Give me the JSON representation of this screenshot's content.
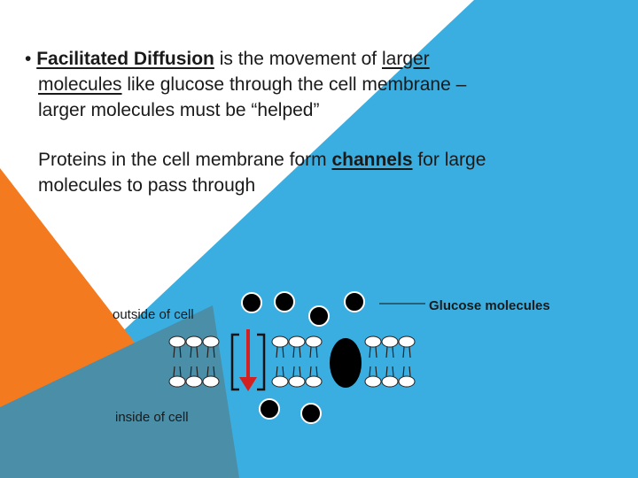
{
  "slide": {
    "bullet_marker": "•",
    "paragraph1": {
      "term": "Facilitated Diffusion",
      "text_a": " is the movement of ",
      "larger": "larger",
      "molecules": "molecules",
      "text_b": " like glucose through the cell membrane –",
      "line3": "larger molecules must be “helped”"
    },
    "paragraph2": {
      "text_a": "Proteins in the cell membrane form ",
      "channels": "channels",
      "text_b": " for large",
      "line2": "molecules to pass through"
    }
  },
  "diagram": {
    "outside_label": "outside of cell",
    "inside_label": "inside of cell",
    "glucose_label": "Glucose molecules"
  },
  "colors": {
    "blue_background": "#3aaee0",
    "orange_triangle": "#f47a20",
    "teal_overlap": "#4a8ea8",
    "arrow_red": "#d32020"
  }
}
